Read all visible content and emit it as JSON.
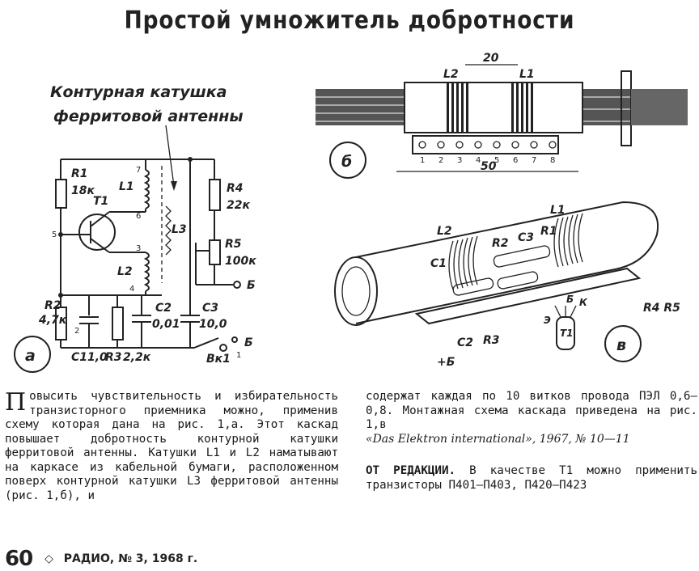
{
  "article": {
    "title": "Простой умножитель добротности"
  },
  "figure_a": {
    "callout": [
      "Контурная катушка",
      "ферритовой антенны"
    ],
    "label": "а",
    "components": {
      "r1": "R1",
      "r1_val": "18к",
      "t1": "T1",
      "l1": "L1",
      "l2": "L2",
      "l3": "L3",
      "r4": "R4",
      "r4_val": "22к",
      "r5": "R5",
      "r5_val": "100к",
      "r2": "R2",
      "r2_val": "4,7к",
      "r3": "R3",
      "r3_val": "2,2к",
      "c1": "C1",
      "c1_val": "1,0",
      "c2": "C2",
      "c2_val": "0,01",
      "c3": "C3",
      "c3_val": "10,0",
      "vk1": "Вк1",
      "b_out": "Б",
      "b_power": "Б",
      "pin5": "5",
      "pin7": "7",
      "pin6": "6",
      "pin3": "3",
      "pin4": "4",
      "pin1": "1",
      "pin2": "2"
    }
  },
  "figure_b": {
    "label": "б",
    "l2": "L2",
    "l1": "L1",
    "dim_top": "20",
    "dim_bottom": "50",
    "terminals": [
      "1",
      "2",
      "3",
      "4",
      "5",
      "6",
      "7",
      "8"
    ]
  },
  "figure_v": {
    "label": "в",
    "l1": "L1",
    "l2": "L2",
    "c1": "C1",
    "c2": "C2",
    "c3": "C3",
    "r1": "R1",
    "r2": "R2",
    "r3": "R3",
    "r4r5": "R4 R5",
    "t1": "T1",
    "e": "Э",
    "b": "Б",
    "k": "К",
    "plus_b": "+Б"
  },
  "body": {
    "dropcap": "П",
    "left_text": "овысить чувствительность и избирательность транзисторного приемника можно, применив схему которая дана на рис. 1,а. Этот каскад повышает добротность контурной катушки ферритовой антенны. Катушки L1 и L2 наматывают на каркасе из кабельной бумаги, расположенном поверх контурной катушки L3 ферритовой антенны (рис. 1,б), и",
    "right_text": "содержат каждая по 10 витков провода ПЭЛ 0,6—0,8. Монтажная схема каскада приведена на рис. 1,в",
    "citation": "«Das Elektron international», 1967, № 10—11",
    "editorial_head": "ОТ РЕДАКЦИИ.",
    "editorial_text": "В качестве T1 можно применить транзисторы П401—П403, П420—П423"
  },
  "footer": {
    "page": "60",
    "diamond": "◇",
    "magazine": "РАДИО, № 3, 1968 г."
  }
}
